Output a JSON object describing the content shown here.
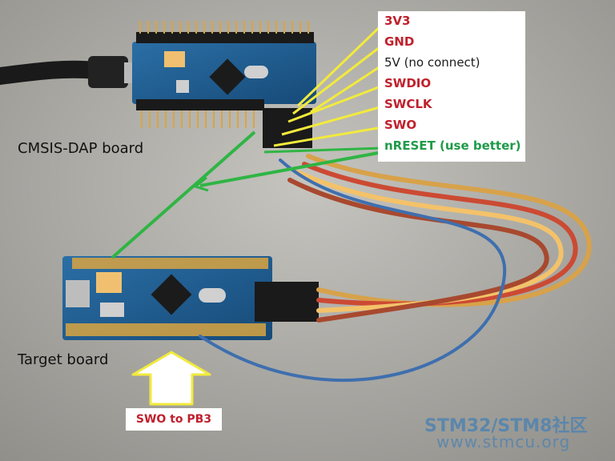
{
  "pin_labels": {
    "p3v3": "3V3",
    "gnd": "GND",
    "v5": "5V (no connect)",
    "swdio": "SWDIO",
    "swclk": "SWCLK",
    "swo": "SWO",
    "nreset": "nRESET (use better)"
  },
  "board_labels": {
    "cmsis": "CMSIS-DAP board",
    "target": "Target board"
  },
  "swo_callout": "SWO to PB3",
  "watermark": {
    "brand": "STM32/STM8社区",
    "url": "www.stmcu.org"
  },
  "colors": {
    "label_red": "#c0202c",
    "label_green": "#1f9a48",
    "arrow_yellow": "#f2ea3c",
    "arrow_green": "#2fb544",
    "pcb_blue": "#1f5a8c"
  }
}
